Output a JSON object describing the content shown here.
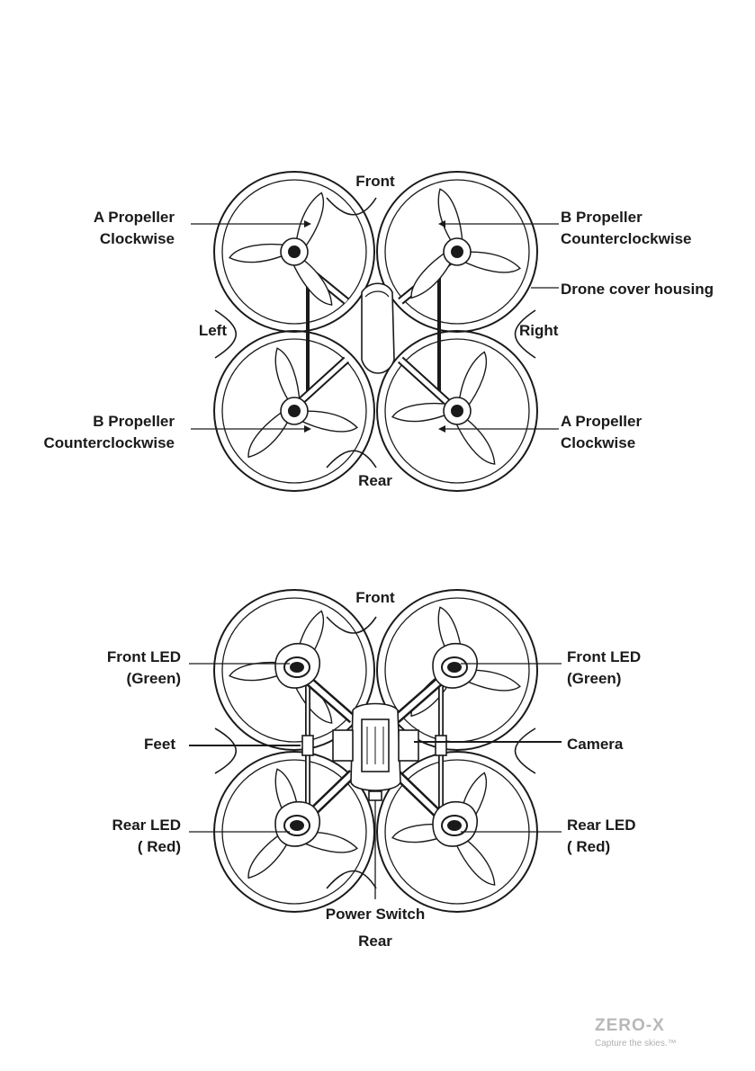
{
  "top_diagram": {
    "front": "Front",
    "rear": "Rear",
    "left": "Left",
    "right": "Right",
    "top_left": {
      "line1": "A Propeller",
      "line2": "Clockwise"
    },
    "top_right": {
      "line1": "B Propeller",
      "line2": "Counterclockwise"
    },
    "cover": "Drone cover housing",
    "bottom_left": {
      "line1": "B Propeller",
      "line2": "Counterclockwise"
    },
    "bottom_right": {
      "line1": "A Propeller",
      "line2": "Clockwise"
    }
  },
  "bottom_diagram": {
    "front": "Front",
    "rear": "Rear",
    "front_led_left": {
      "line1": "Front LED",
      "line2": "(Green)"
    },
    "front_led_right": {
      "line1": "Front LED",
      "line2": "(Green)"
    },
    "feet": "Feet",
    "camera": "Camera",
    "rear_led_left": {
      "line1": "Rear LED",
      "line2": "( Red)"
    },
    "rear_led_right": {
      "line1": "Rear LED",
      "line2": "( Red)"
    },
    "power_switch": "Power Switch"
  },
  "footer": {
    "brand": "ZERO-X",
    "tagline": "Capture the skies.™"
  }
}
